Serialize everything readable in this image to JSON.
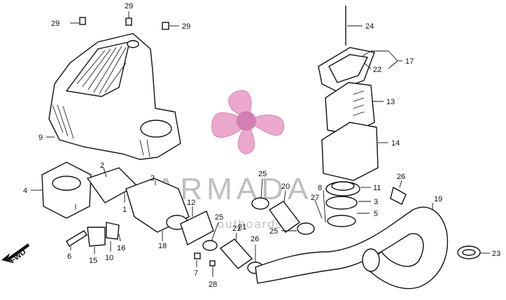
{
  "watermark": {
    "brand": "ARMADA",
    "tagline": "marine outboards",
    "color": "#e8a0c8"
  },
  "direction_label": "FWD",
  "callouts": [
    "29",
    "29",
    "29",
    "24",
    "17",
    "22",
    "13",
    "14",
    "9",
    "4",
    "2",
    "2",
    "1",
    "12",
    "18",
    "15",
    "10",
    "16",
    "6",
    "25",
    "20",
    "21",
    "25",
    "21",
    "26",
    "7",
    "28",
    "8",
    "27",
    "11",
    "3",
    "5",
    "26",
    "19",
    "23"
  ]
}
